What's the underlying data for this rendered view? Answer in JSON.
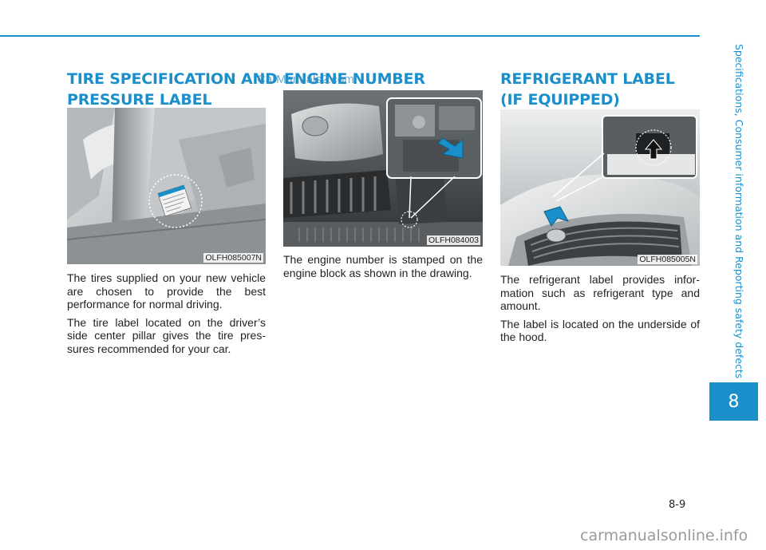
{
  "page": {
    "chapter_label": "Specifications, Consumer information and Reporting safety defects",
    "chapter_number": "8",
    "page_number": "8-9",
    "accent_color": "#1a8fc9"
  },
  "sections": [
    {
      "title_line1": "TIRE SPECIFICATION AND",
      "title_line2": "PRESSURE LABEL",
      "figure_code": "OLFH085007N",
      "paragraphs": [
        "The tires supplied on your new vehi­cle are chosen to provide the best performance for normal driving.",
        "The tire label located on the driver’s side center pillar gives the tire pres­sures recommended for your car."
      ]
    },
    {
      "title_line1": "ENGINE NUMBER",
      "figure_code": "OLFH084003",
      "paragraphs": [
        "The engine number is stamped on the engine block as shown in the drawing."
      ]
    },
    {
      "title_line1": "REFRIGERANT LABEL",
      "title_line2": "(IF EQUIPPED)",
      "figure_code": "OLFH085005N",
      "paragraphs": [
        "The refrigerant label provides infor­mation such as refrigerant type and amount.",
        "The label is located on the underside of the hood."
      ]
    }
  ],
  "watermarks": {
    "top": "CarManuals2.com",
    "bottom": "carmanualsonline.info"
  }
}
